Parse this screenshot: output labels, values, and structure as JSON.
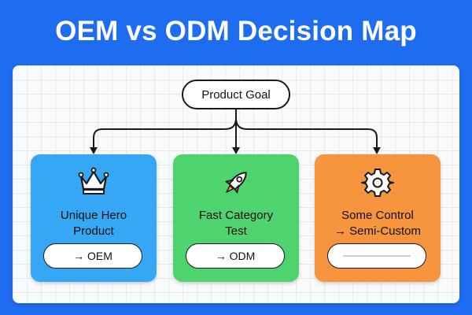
{
  "title": "OEM vs ODM Decision Map",
  "root": {
    "label": "Product Goal"
  },
  "branches": [
    {
      "label_line1": "Unique Hero",
      "label_line2": "Product",
      "result": "→ OEM",
      "icon": "crown-icon",
      "color": "#35a7f5"
    },
    {
      "label_line1": "Fast Category",
      "label_line2": "Test",
      "result": "→ ODM",
      "icon": "rocket-icon",
      "color": "#4fd36e"
    },
    {
      "label_line1": "Some Control",
      "label_line2": "→ Semi-Custom",
      "result": "",
      "icon": "gear-icon",
      "color": "#f7943e"
    }
  ],
  "colors": {
    "background": "#1e6cf0",
    "panel": "#f8fafc"
  }
}
